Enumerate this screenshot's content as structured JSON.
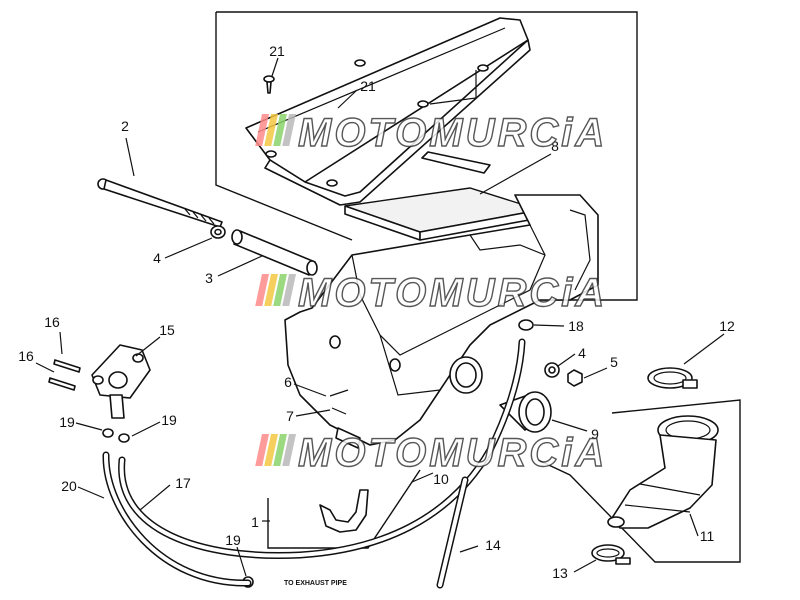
{
  "diagram": {
    "callouts": [
      {
        "id": "c21a",
        "label": "21"
      },
      {
        "id": "c21b",
        "label": "21"
      },
      {
        "id": "c2",
        "label": "2"
      },
      {
        "id": "c8",
        "label": "8"
      },
      {
        "id": "c4a",
        "label": "4"
      },
      {
        "id": "c3",
        "label": "3"
      },
      {
        "id": "c16a",
        "label": "16"
      },
      {
        "id": "c15",
        "label": "15"
      },
      {
        "id": "c16b",
        "label": "16"
      },
      {
        "id": "c18",
        "label": "18"
      },
      {
        "id": "c12",
        "label": "12"
      },
      {
        "id": "c4b",
        "label": "4"
      },
      {
        "id": "c5",
        "label": "5"
      },
      {
        "id": "c6",
        "label": "6"
      },
      {
        "id": "c7",
        "label": "7"
      },
      {
        "id": "c19a",
        "label": "19"
      },
      {
        "id": "c19b",
        "label": "19"
      },
      {
        "id": "c9",
        "label": "9"
      },
      {
        "id": "c20",
        "label": "20"
      },
      {
        "id": "c17",
        "label": "17"
      },
      {
        "id": "c10",
        "label": "10"
      },
      {
        "id": "c1",
        "label": "1"
      },
      {
        "id": "c11",
        "label": "11"
      },
      {
        "id": "c19c",
        "label": "19"
      },
      {
        "id": "c14",
        "label": "14"
      },
      {
        "id": "c13",
        "label": "13"
      }
    ],
    "hose_note": "TO EXHAUST PIPE",
    "watermark": "MOTOMURCIA",
    "watermark_colors": [
      "#ff8a8a",
      "#f5c842",
      "#8ad46a",
      "#b8b8b8"
    ]
  }
}
